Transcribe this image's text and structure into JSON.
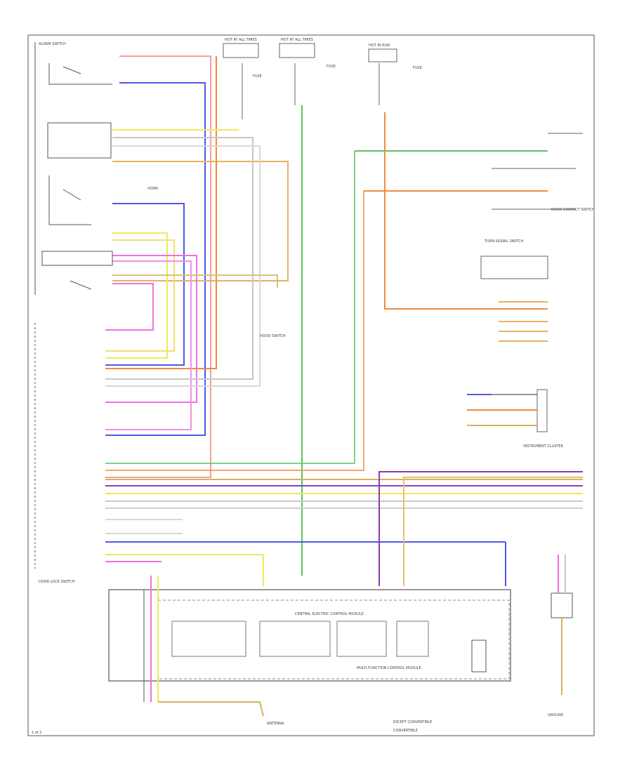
{
  "diagram": {
    "type": "wiring-schematic",
    "labels": {
      "top_left_switch": "ALARM SWITCH",
      "fuse_a": "FUSE",
      "fuse_b": "FUSE",
      "fuse_c": "FUSE",
      "hot_a": "HOT AT ALL TIMES",
      "hot_b": "HOT AT ALL TIMES",
      "hot_c": "HOT IN RUN",
      "horn_note": "HORN",
      "hood_switch": "HOOD SWITCH",
      "left_assy": "DOOR LOCK SWITCH",
      "central_module": "CENTRAL ELECTRIC CONTROL MODULE",
      "right_component_a": "DOOR CONTACT SWITCH",
      "right_component_b": "TURN SIGNAL SWITCH",
      "right_component_c": "INSTRUMENT CLUSTER",
      "bottom_component": "MULTI-FUNCTION CONTROL MODULE",
      "bottom_right": "GROUND",
      "bottom_left_comp": "ANTENNA",
      "legend_1": "EXCEPT CONVERTIBLE",
      "legend_2": "CONVERTIBLE",
      "page_ref": "1 of 2"
    },
    "colors": {
      "red": "#f2a0a0",
      "blue": "#4a50e8",
      "orange": "#f08a3c",
      "green": "#5cc25c",
      "magenta": "#f070e0",
      "yellow": "#f0e85a",
      "purple": "#8a3cb4",
      "gray": "#9a9a9a",
      "tan": "#d8b060",
      "light": "#d8d8d8"
    }
  }
}
